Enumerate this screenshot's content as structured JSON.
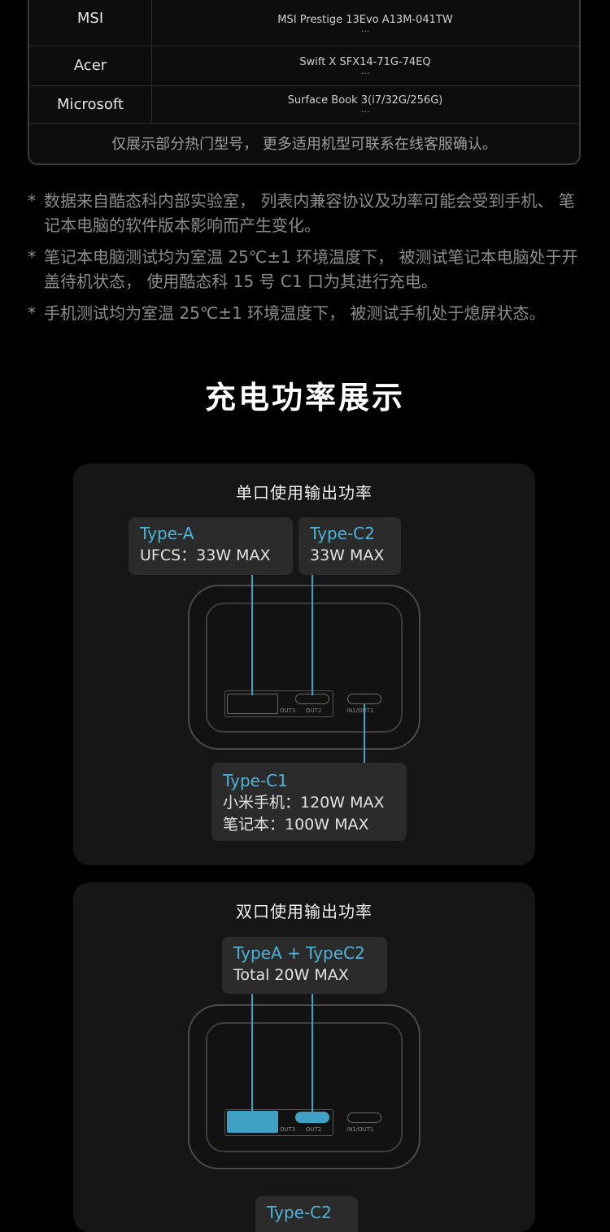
{
  "compat_table": {
    "rows": [
      {
        "brand": "MSI",
        "model": "MSI Prestige 13Evo A13M-041TW",
        "more": "…"
      },
      {
        "brand": "Acer",
        "model": "Swift X SFX14-71G-74EQ",
        "more": "…"
      },
      {
        "brand": "Microsoft",
        "model": "Surface Book 3(i7/32G/256G)",
        "more": "…"
      }
    ],
    "note": "仅展示部分热门型号， 更多适用机型可联系在线客服确认。"
  },
  "footnotes": [
    {
      "star": "*",
      "text": "数据来自酷态科内部实验室， 列表内兼容协议及功率可能会受到手机、 笔记本电脑的软件版本影响而产生变化。"
    },
    {
      "star": "*",
      "text": "笔记本电脑测试均为室温 25℃±1 环境温度下， 被测试笔记本电脑处于开盖待机状态， 使用酷态科 15 号 C1 口为其进行充电。"
    },
    {
      "star": "*",
      "text": "手机测试均为室温 25℃±1 环境温度下， 被测试手机处于熄屏状态。"
    }
  ],
  "section_title": "充电功率展示",
  "single_panel": {
    "title": "单口使用输出功率",
    "callout_a": {
      "title": "Type-A",
      "line1": "UFCS：33W MAX"
    },
    "callout_c2": {
      "title": "Type-C2",
      "line1": "33W MAX"
    },
    "callout_c1": {
      "title": "Type-C1",
      "line1": "小米手机：120W MAX",
      "line2": "笔记本：100W MAX"
    },
    "ports": {
      "out3": "OUT3",
      "out2": "OUT2",
      "in1out1": "IN1/OUT1"
    }
  },
  "dual_panel": {
    "title": "双口使用输出功率",
    "callout_ac": {
      "title": "TypeA + TypeC2",
      "line1": "Total 20W MAX"
    },
    "callout_bottom": {
      "title": "Type-C2"
    },
    "ports": {
      "out3": "OUT3",
      "out2": "OUT2",
      "in1out1": "IN1/OUT1"
    }
  },
  "colors": {
    "accent": "#3fa2c4",
    "background": "#000000",
    "panel": "#161616",
    "callout": "#2b2b2b"
  }
}
